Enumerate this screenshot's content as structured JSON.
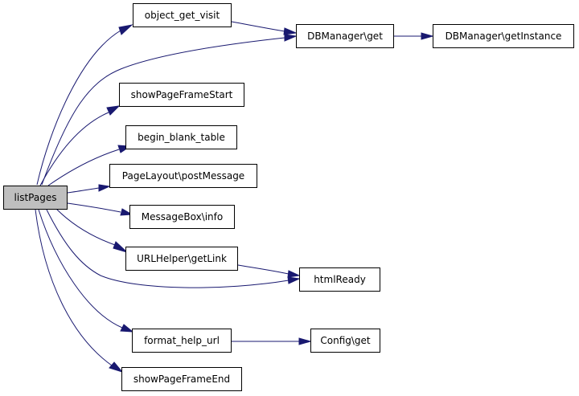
{
  "graph": {
    "edge_color": "#191970",
    "root_fill": "#bfbfbf",
    "nodes": {
      "listPages": "listPages",
      "object_get_visit": "object_get_visit",
      "db_get": "DBManager\\get",
      "db_getInstance": "DBManager\\getInstance",
      "showPageFrameStart": "showPageFrameStart",
      "begin_blank_table": "begin_blank_table",
      "postMessage": "PageLayout\\postMessage",
      "msgbox_info": "MessageBox\\info",
      "getLink": "URLHelper\\getLink",
      "htmlReady": "htmlReady",
      "format_help_url": "format_help_url",
      "config_get": "Config\\get",
      "showPageFrameEnd": "showPageFrameEnd"
    }
  }
}
